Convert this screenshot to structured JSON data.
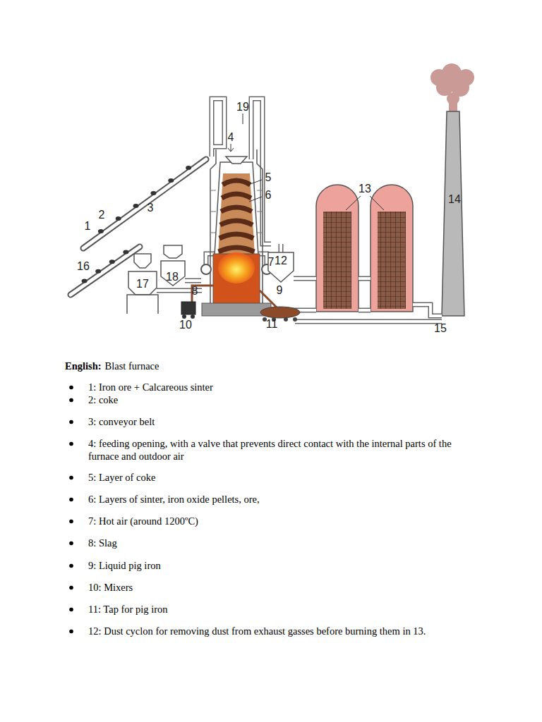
{
  "diagram": {
    "labels": [
      "19",
      "4",
      "5",
      "6",
      "13",
      "14",
      "1",
      "2",
      "3",
      "12",
      "16",
      "7",
      "17",
      "18",
      "8",
      "9",
      "10",
      "11",
      "15",
      "English:",
      "Blast furnace",
      "1: Iron ore + Calcareous sinter",
      "2: coke",
      "3: conveyor belt",
      "4: feeding opening, with a valve that prevents direct contact with the internal parts of the furnace and outdoor air",
      "5: Layer of coke",
      "6: Layers of sinter, iron oxide pellets, ore,",
      "7: Hot air (around 1200ºC)",
      "8: Slag",
      "9: Liquid pig iron",
      "10: Mixers",
      "11: Tap for pig iron",
      "12: Dust cyclon for removing dust from exhaust gasses before burning them in 13."
    ]
  }
}
